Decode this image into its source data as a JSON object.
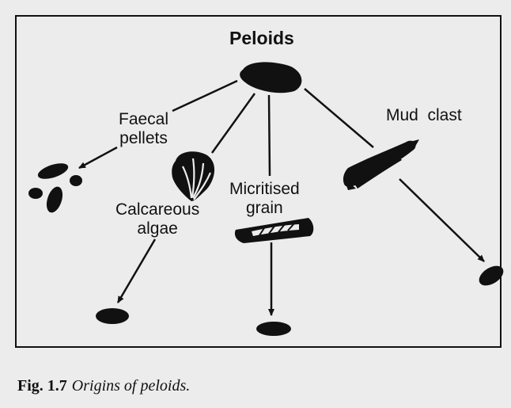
{
  "title": "Peloids",
  "labels": {
    "faecal": [
      "Faecal",
      "pellets"
    ],
    "mud_clast": "Mud  clast",
    "micritised": [
      "Micritised",
      "grain"
    ],
    "calcareous": [
      "Calcareous",
      "algae"
    ]
  },
  "caption": {
    "figure": "Fig. 1.7",
    "text": "Origins of peloids."
  },
  "colors": {
    "ink": "#111111",
    "paper": "#ececec"
  }
}
